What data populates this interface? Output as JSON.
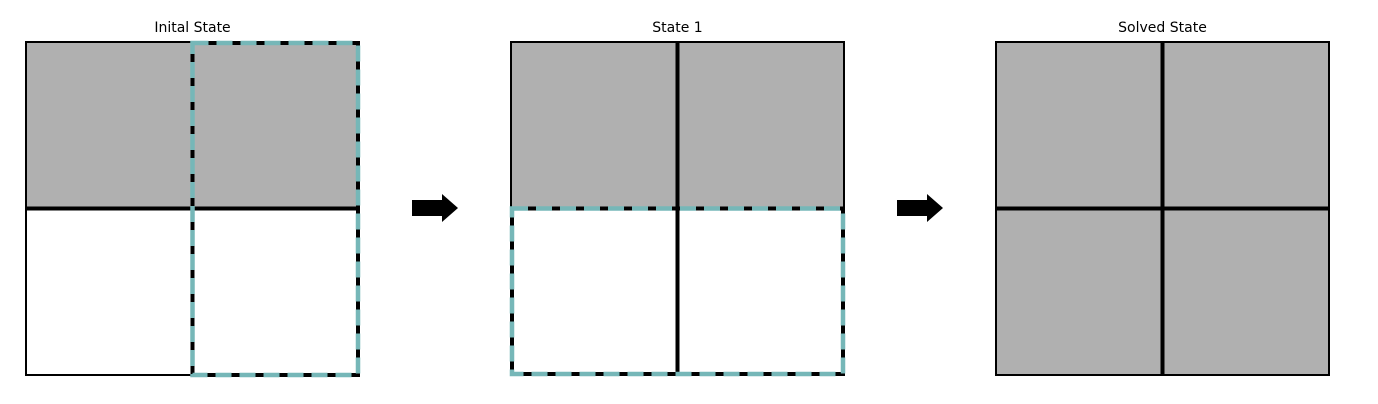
{
  "colors": {
    "filled": "#b0b0b0",
    "empty": "#ffffff",
    "grid_line": "#000000",
    "selection": "#76b7b8",
    "arrow": "#000000"
  },
  "panels": [
    {
      "title": "Inital State",
      "cells": [
        [
          "filled",
          "filled"
        ],
        [
          "empty",
          "empty"
        ]
      ],
      "selection": "right-column"
    },
    {
      "title": "State 1",
      "cells": [
        [
          "filled",
          "filled"
        ],
        [
          "empty",
          "empty"
        ]
      ],
      "selection": "bottom-row"
    },
    {
      "title": "Solved State",
      "cells": [
        [
          "filled",
          "filled"
        ],
        [
          "filled",
          "filled"
        ]
      ],
      "selection": "none"
    }
  ],
  "transitions": [
    {
      "icon": "right-arrow-icon"
    },
    {
      "icon": "right-arrow-icon"
    }
  ]
}
